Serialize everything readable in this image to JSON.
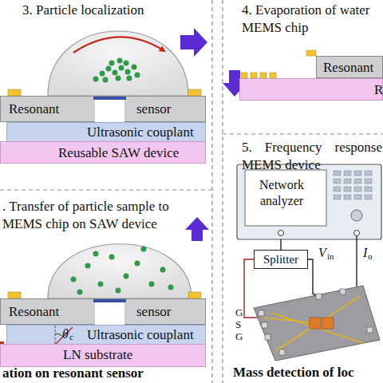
{
  "diagram": {
    "nodes": [
      {
        "text": [
          "Resonant",
          "sensor"
        ]
      },
      {
        "text": [
          "Ultrasonic couplant"
        ]
      },
      {
        "text": [
          "Reusable SAW device"
        ]
      },
      {
        "text": [
          "Resonant"
        ]
      },
      {
        "text": [
          "R"
        ]
      },
      {
        "text": [
          "Network analyzer"
        ]
      },
      {
        "text": [
          "Splitter"
        ]
      },
      {
        "text": [
          "Resonant",
          "sensor"
        ]
      },
      {
        "text": [
          "Ultrasonic couplant"
        ]
      },
      {
        "text": [
          "LN substrate"
        ]
      }
    ],
    "edges": [
      {
        "from": 6,
        "to": 5,
        "arrow": "none"
      }
    ],
    "labels": [
      "3. Particle localization",
      "4. Evaporation of water MEMS chip",
      "5. Frequency response MEMS device",
      ". Transfer of particle sample to MEMS chip on SAW device",
      "θ",
      "c",
      "V",
      "in",
      "I",
      "o",
      "G",
      "S",
      "G",
      "ation on resonant sensor",
      "Mass detection of loc"
    ]
  }
}
